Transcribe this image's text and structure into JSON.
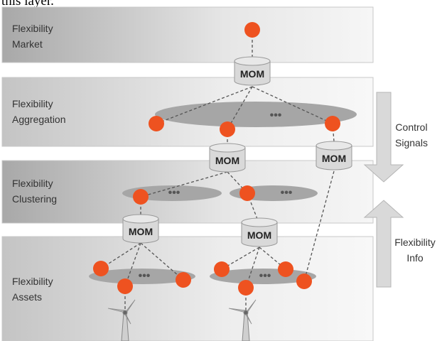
{
  "caption_fragment": "this layer.",
  "layers": [
    {
      "lines": [
        "Flexibility",
        "Market"
      ]
    },
    {
      "lines": [
        "Flexibility",
        "Aggregation"
      ]
    },
    {
      "lines": [
        "Flexibility",
        "Clustering"
      ]
    },
    {
      "lines": [
        "Flexibility",
        "Assets"
      ]
    }
  ],
  "mom_label": "MOM",
  "ellipsis": "•••",
  "arrows": {
    "control": [
      "Control",
      "Signals"
    ],
    "info": [
      "Flexibility",
      "Info"
    ]
  },
  "colors": {
    "node": "#ee5220",
    "cylinder": "#d9d9d9",
    "cluster": "#a6a6a6",
    "arrow": "#d9d9d9"
  }
}
